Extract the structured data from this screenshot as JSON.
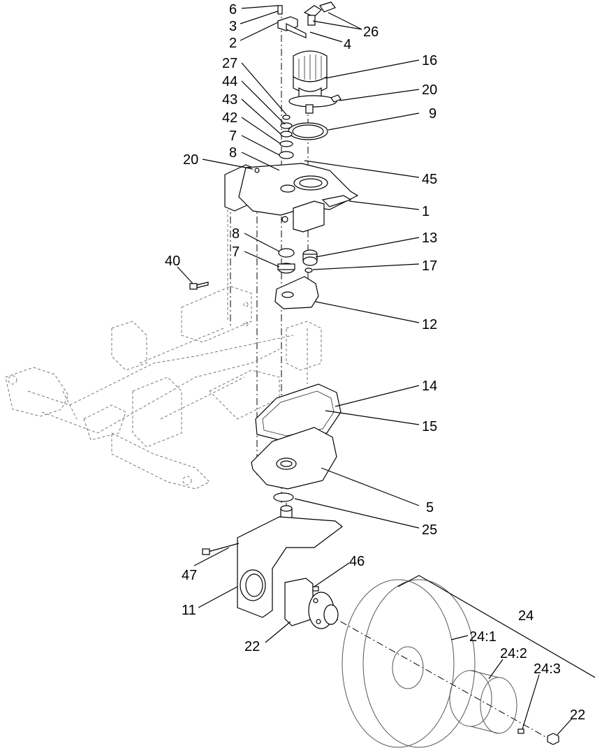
{
  "callouts": [
    {
      "id": "c6",
      "label": "6"
    },
    {
      "id": "c3",
      "label": "3"
    },
    {
      "id": "c2",
      "label": "2"
    },
    {
      "id": "c26",
      "label": "26"
    },
    {
      "id": "c4",
      "label": "4"
    },
    {
      "id": "c27",
      "label": "27"
    },
    {
      "id": "c16",
      "label": "16"
    },
    {
      "id": "c44",
      "label": "44"
    },
    {
      "id": "c20a",
      "label": "20"
    },
    {
      "id": "c43",
      "label": "43"
    },
    {
      "id": "c42",
      "label": "42"
    },
    {
      "id": "c9",
      "label": "9"
    },
    {
      "id": "c7a",
      "label": "7"
    },
    {
      "id": "c8a",
      "label": "8"
    },
    {
      "id": "c20b",
      "label": "20"
    },
    {
      "id": "c45",
      "label": "45"
    },
    {
      "id": "c1",
      "label": "1"
    },
    {
      "id": "c8b",
      "label": "8"
    },
    {
      "id": "c13",
      "label": "13"
    },
    {
      "id": "c7b",
      "label": "7"
    },
    {
      "id": "c17",
      "label": "17"
    },
    {
      "id": "c40",
      "label": "40"
    },
    {
      "id": "c12",
      "label": "12"
    },
    {
      "id": "c14",
      "label": "14"
    },
    {
      "id": "c15",
      "label": "15"
    },
    {
      "id": "c5",
      "label": "5"
    },
    {
      "id": "c25",
      "label": "25"
    },
    {
      "id": "c47",
      "label": "47"
    },
    {
      "id": "c46",
      "label": "46"
    },
    {
      "id": "c11",
      "label": "11"
    },
    {
      "id": "c24",
      "label": "24"
    },
    {
      "id": "c22a",
      "label": "22"
    },
    {
      "id": "c241",
      "label": "24:1"
    },
    {
      "id": "c242",
      "label": "24:2"
    },
    {
      "id": "c243",
      "label": "24:3"
    },
    {
      "id": "c22b",
      "label": "22"
    }
  ]
}
